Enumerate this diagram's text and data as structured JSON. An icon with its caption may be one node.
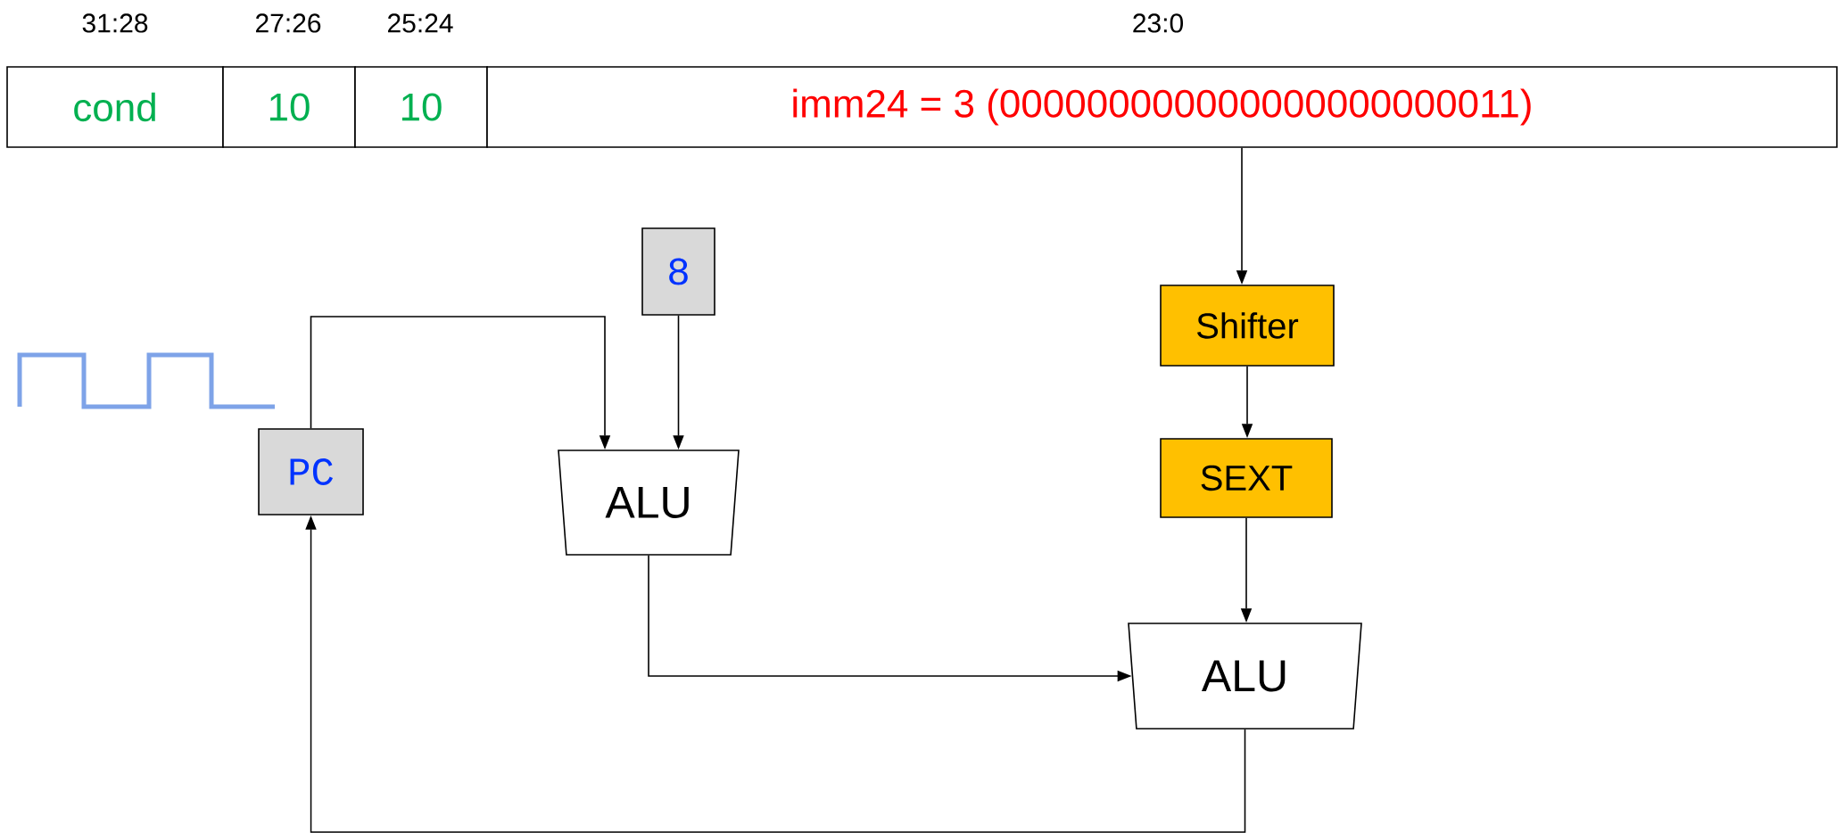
{
  "diagram": {
    "nodes": [
      {
        "text": [
          "cond"
        ],
        "beside": [
          "31:28"
        ]
      },
      {
        "text": [
          "10"
        ],
        "beside": [
          "27:26"
        ]
      },
      {
        "text": [
          "10"
        ],
        "beside": [
          "25:24"
        ]
      },
      {
        "text": [
          "imm24 = 3 (000000000000000000000011)"
        ],
        "beside": [
          "23:0"
        ]
      },
      {
        "text": [
          "8"
        ]
      },
      {
        "text": [
          "Shifter"
        ]
      },
      {
        "text": [
          "PC"
        ]
      },
      {
        "text": [
          "ALU"
        ]
      },
      {
        "text": [
          "SEXT"
        ]
      },
      {
        "text": [
          "ALU"
        ]
      }
    ],
    "edges": [
      {
        "from": 3,
        "to": 5,
        "arrow": "to"
      },
      {
        "from": 5,
        "to": 8,
        "arrow": "to"
      },
      {
        "from": 8,
        "to": 9,
        "arrow": "to"
      },
      {
        "from": 6,
        "to": 7,
        "arrow": "to"
      },
      {
        "from": 4,
        "to": 7,
        "arrow": "to"
      },
      {
        "from": 7,
        "to": 9,
        "arrow": "to"
      },
      {
        "from": 9,
        "to": 6,
        "arrow": "to"
      }
    ]
  }
}
